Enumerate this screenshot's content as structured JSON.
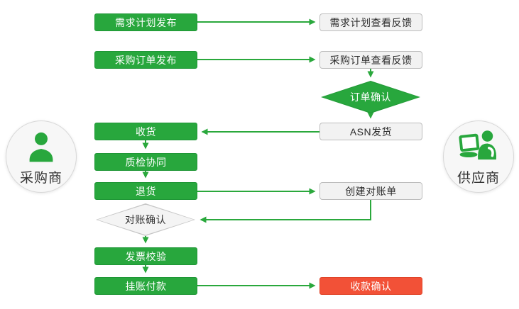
{
  "colors": {
    "process_green": "#28a73d",
    "process_green_border": "#1f9636",
    "terminal_red": "#f25137",
    "gray_box_fill": "#f2f2f2",
    "gray_box_border": "#bdbdbd",
    "connector_green": "#2aa83c",
    "text_dark": "#2b2b2b",
    "text_light": "#ffffff"
  },
  "actors": {
    "buyer": {
      "label": "采购商",
      "icon": "person-icon"
    },
    "supplier": {
      "label": "供应商",
      "icon": "person-laptop-icon"
    }
  },
  "nodes": {
    "demand_plan_publish": {
      "label": "需求计划发布",
      "type": "process-green"
    },
    "demand_plan_feedback": {
      "label": "需求计划查看反馈",
      "type": "process-gray"
    },
    "po_publish": {
      "label": "采购订单发布",
      "type": "process-green"
    },
    "po_feedback": {
      "label": "采购订单查看反馈",
      "type": "process-gray"
    },
    "order_confirm": {
      "label": "订单确认",
      "type": "decision-green"
    },
    "asn_ship": {
      "label": "ASN发货",
      "type": "process-gray"
    },
    "receive_goods": {
      "label": "收货",
      "type": "process-green"
    },
    "quality_check": {
      "label": "质检协同",
      "type": "process-green"
    },
    "return_goods": {
      "label": "退货",
      "type": "process-green"
    },
    "create_statement": {
      "label": "创建对账单",
      "type": "process-gray"
    },
    "statement_confirm": {
      "label": "对账确认",
      "type": "decision-gray"
    },
    "invoice_verify": {
      "label": "发票校验",
      "type": "process-green"
    },
    "payment_on_account": {
      "label": "挂账付款",
      "type": "process-green"
    },
    "receipt_confirm": {
      "label": "收款确认",
      "type": "terminal-red"
    }
  },
  "edges": [
    {
      "from": "demand_plan_publish",
      "to": "demand_plan_feedback"
    },
    {
      "from": "po_publish",
      "to": "po_feedback"
    },
    {
      "from": "po_feedback",
      "to": "order_confirm"
    },
    {
      "from": "order_confirm",
      "to": "asn_ship"
    },
    {
      "from": "asn_ship",
      "to": "receive_goods"
    },
    {
      "from": "receive_goods",
      "to": "quality_check"
    },
    {
      "from": "quality_check",
      "to": "return_goods"
    },
    {
      "from": "return_goods",
      "to": "create_statement"
    },
    {
      "from": "create_statement",
      "to": "statement_confirm"
    },
    {
      "from": "statement_confirm",
      "to": "invoice_verify"
    },
    {
      "from": "invoice_verify",
      "to": "payment_on_account"
    },
    {
      "from": "payment_on_account",
      "to": "receipt_confirm"
    }
  ]
}
